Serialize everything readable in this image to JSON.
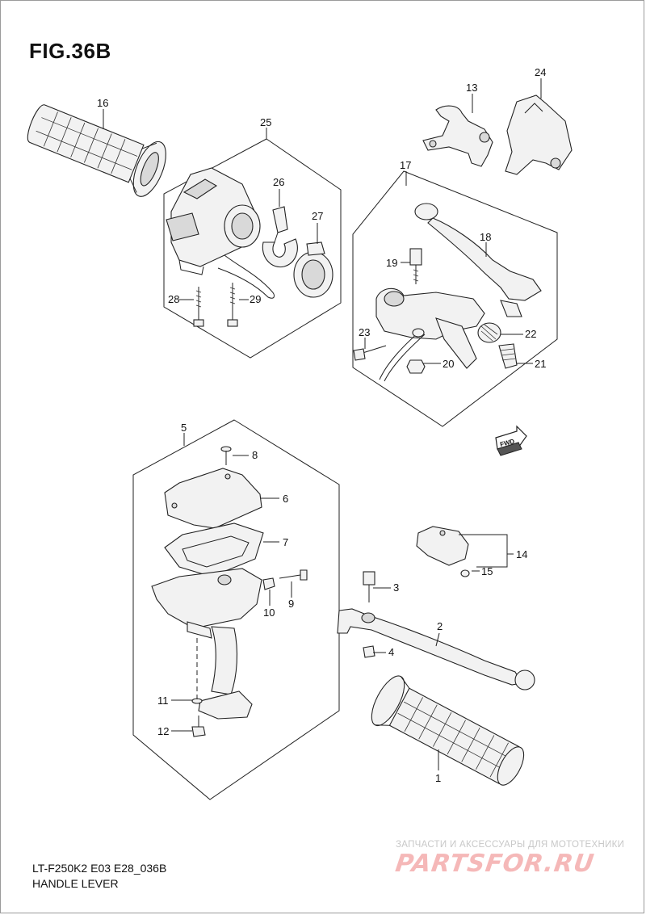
{
  "figure": {
    "title": "FIG.36B",
    "model_code": "LT-F250K2 E03 E28_036B",
    "section_name": "HANDLE LEVER"
  },
  "callouts": [
    "1",
    "2",
    "3",
    "4",
    "5",
    "6",
    "7",
    "8",
    "9",
    "10",
    "11",
    "12",
    "13",
    "14",
    "15",
    "16",
    "17",
    "18",
    "19",
    "20",
    "21",
    "22",
    "23",
    "24",
    "25",
    "26",
    "27",
    "28",
    "29"
  ],
  "fwd_label": "FWD",
  "watermark": {
    "tagline": "ЗАПЧАСТИ И АКСЕССУАРЫ ДЛЯ МОТОТЕХНИКИ",
    "logo": "PARTSFOR.RU"
  }
}
